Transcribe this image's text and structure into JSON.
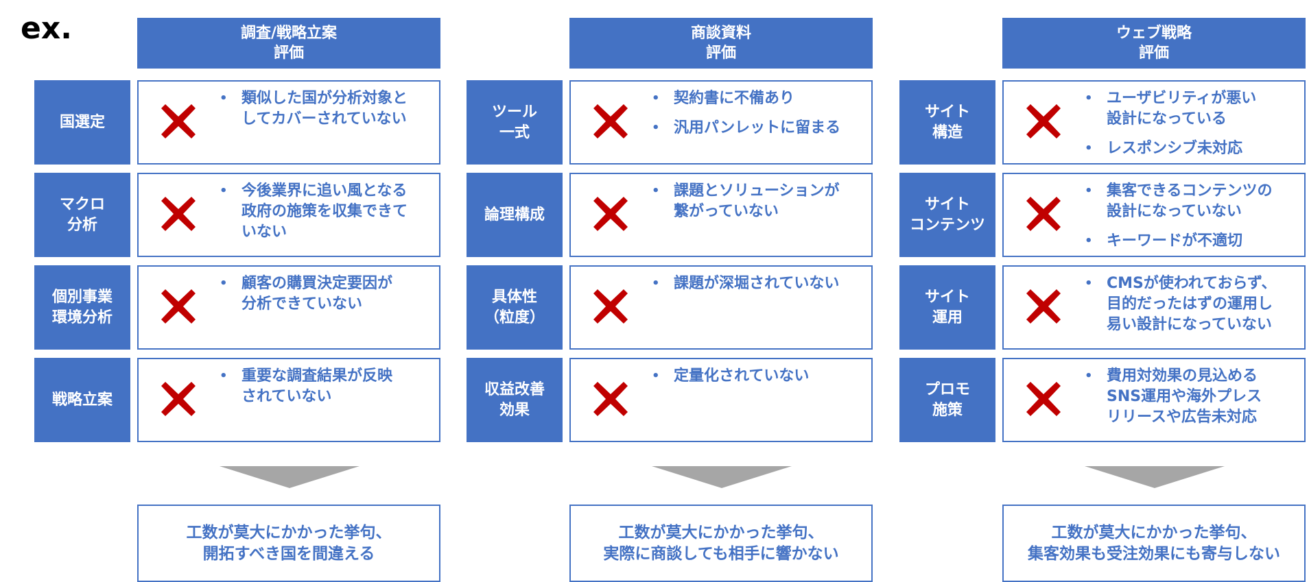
{
  "ex_label": "ex.",
  "columns": [
    {
      "header_line1": "調査/戦略立案",
      "header_line2": "評価",
      "rows": [
        {
          "label_line1": "国選定",
          "label_line2": "",
          "bullets": [
            "類似した国が分析対象と\nしてカバーされていない"
          ]
        },
        {
          "label_line1": "マクロ",
          "label_line2": "分析",
          "bullets": [
            "今後業界に追い風となる\n政府の施策を収集できて\nいない"
          ]
        },
        {
          "label_line1": "個別事業",
          "label_line2": "環境分析",
          "bullets": [
            "顧客の購買決定要因が\n分析できていない"
          ]
        },
        {
          "label_line1": "戦略立案",
          "label_line2": "",
          "bullets": [
            "重要な調査結果が反映\nされていない"
          ]
        }
      ],
      "conclusion_line1": "工数が莫大にかかった挙句、",
      "conclusion_line2": "開拓すべき国を間違える"
    },
    {
      "header_line1": "商談資料",
      "header_line2": "評価",
      "rows": [
        {
          "label_line1": "ツール",
          "label_line2": "一式",
          "bullets": [
            "契約書に不備あり",
            "汎用パンレットに留まる"
          ]
        },
        {
          "label_line1": "論理構成",
          "label_line2": "",
          "bullets": [
            "課題とソリューションが\n繋がっていない"
          ]
        },
        {
          "label_line1": "具体性",
          "label_line2": "（粒度）",
          "bullets": [
            "課題が深堀されていない"
          ]
        },
        {
          "label_line1": "収益改善",
          "label_line2": "効果",
          "bullets": [
            "定量化されていない"
          ]
        }
      ],
      "conclusion_line1": "工数が莫大にかかった挙句、",
      "conclusion_line2": "実際に商談しても相手に響かない"
    },
    {
      "header_line1": "ウェブ戦略",
      "header_line2": "評価",
      "rows": [
        {
          "label_line1": "サイト",
          "label_line2": "構造",
          "bullets": [
            "ユーザビリティが悪い\n設計になっている",
            "レスポンシブ未対応"
          ]
        },
        {
          "label_line1": "サイト",
          "label_line2": "コンテンツ",
          "bullets": [
            "集客できるコンテンツの\n設計になっていない",
            "キーワードが不適切"
          ]
        },
        {
          "label_line1": "サイト",
          "label_line2": "運用",
          "bullets": [
            "CMSが使われておらず、\n目的だったはずの運用し\n易い設計になっていない"
          ]
        },
        {
          "label_line1": "プロモ",
          "label_line2": "施策",
          "bullets": [
            "費用対効果の見込める\nSNS運用や海外プレス\nリリースや広告未対応"
          ]
        }
      ],
      "conclusion_line1": "工数が莫大にかかった挙句、",
      "conclusion_line2": "集客効果も受注効果にも寄与しない"
    }
  ],
  "colors": {
    "header_blue": "#4472c4",
    "text_blue": "#4472c4",
    "cross_red": "#c00000",
    "arrow_gray": "#a6a6a6"
  },
  "icons": {
    "cross": "red-cross-icon",
    "arrow": "down-arrow-icon"
  }
}
